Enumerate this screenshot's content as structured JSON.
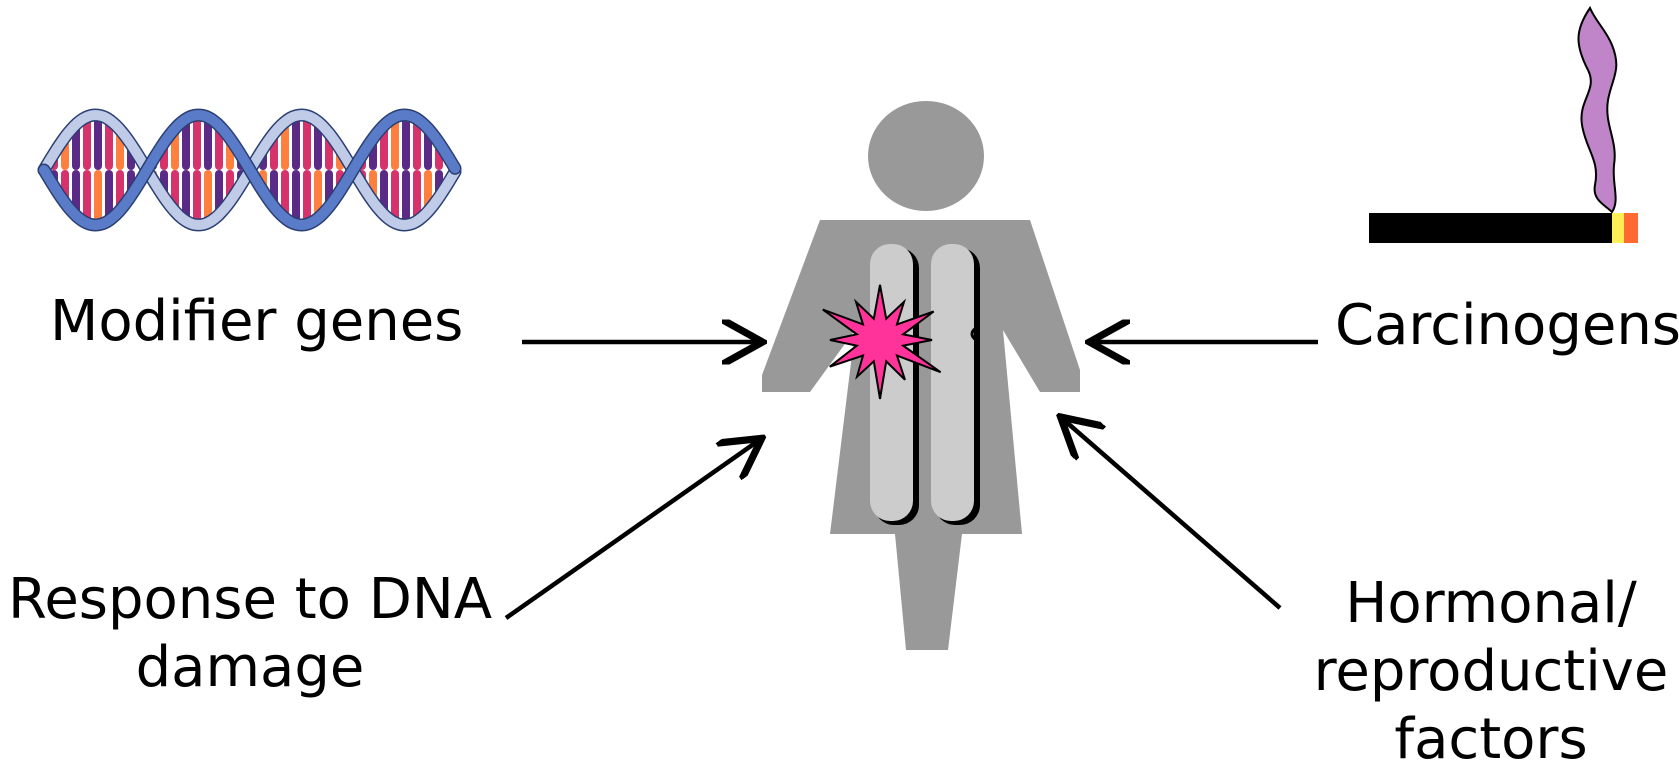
{
  "labels": {
    "modifier_genes": "Modifier genes",
    "carcinogens": "Carcinogens",
    "response_to_dna_damage": [
      "Response to DNA",
      "damage"
    ],
    "hormonal_reproductive": [
      "Hormonal/",
      "reproductive",
      "factors"
    ]
  },
  "colors": {
    "figure": "#999999",
    "chromosome": "#cccccc",
    "mutation_burst": "#ff3399",
    "dna_backbone_front": "#5a7cc8",
    "dna_backbone_back": "#c0cbe8",
    "dna_base_pink": "#d6336c",
    "dna_base_orange": "#ff7f3f",
    "dna_base_purple": "#5b2a86",
    "smoke": "#c084c8",
    "cigarette": "#000000",
    "cigarette_ash": "#ffee55",
    "cigarette_ember": "#ff6a33",
    "arrows": "#000000"
  },
  "icons": {
    "dna": "dna-double-helix-icon",
    "cigarette": "cigarette-icon",
    "figure": "woman-figure-icon",
    "burst": "mutation-burst-icon"
  }
}
